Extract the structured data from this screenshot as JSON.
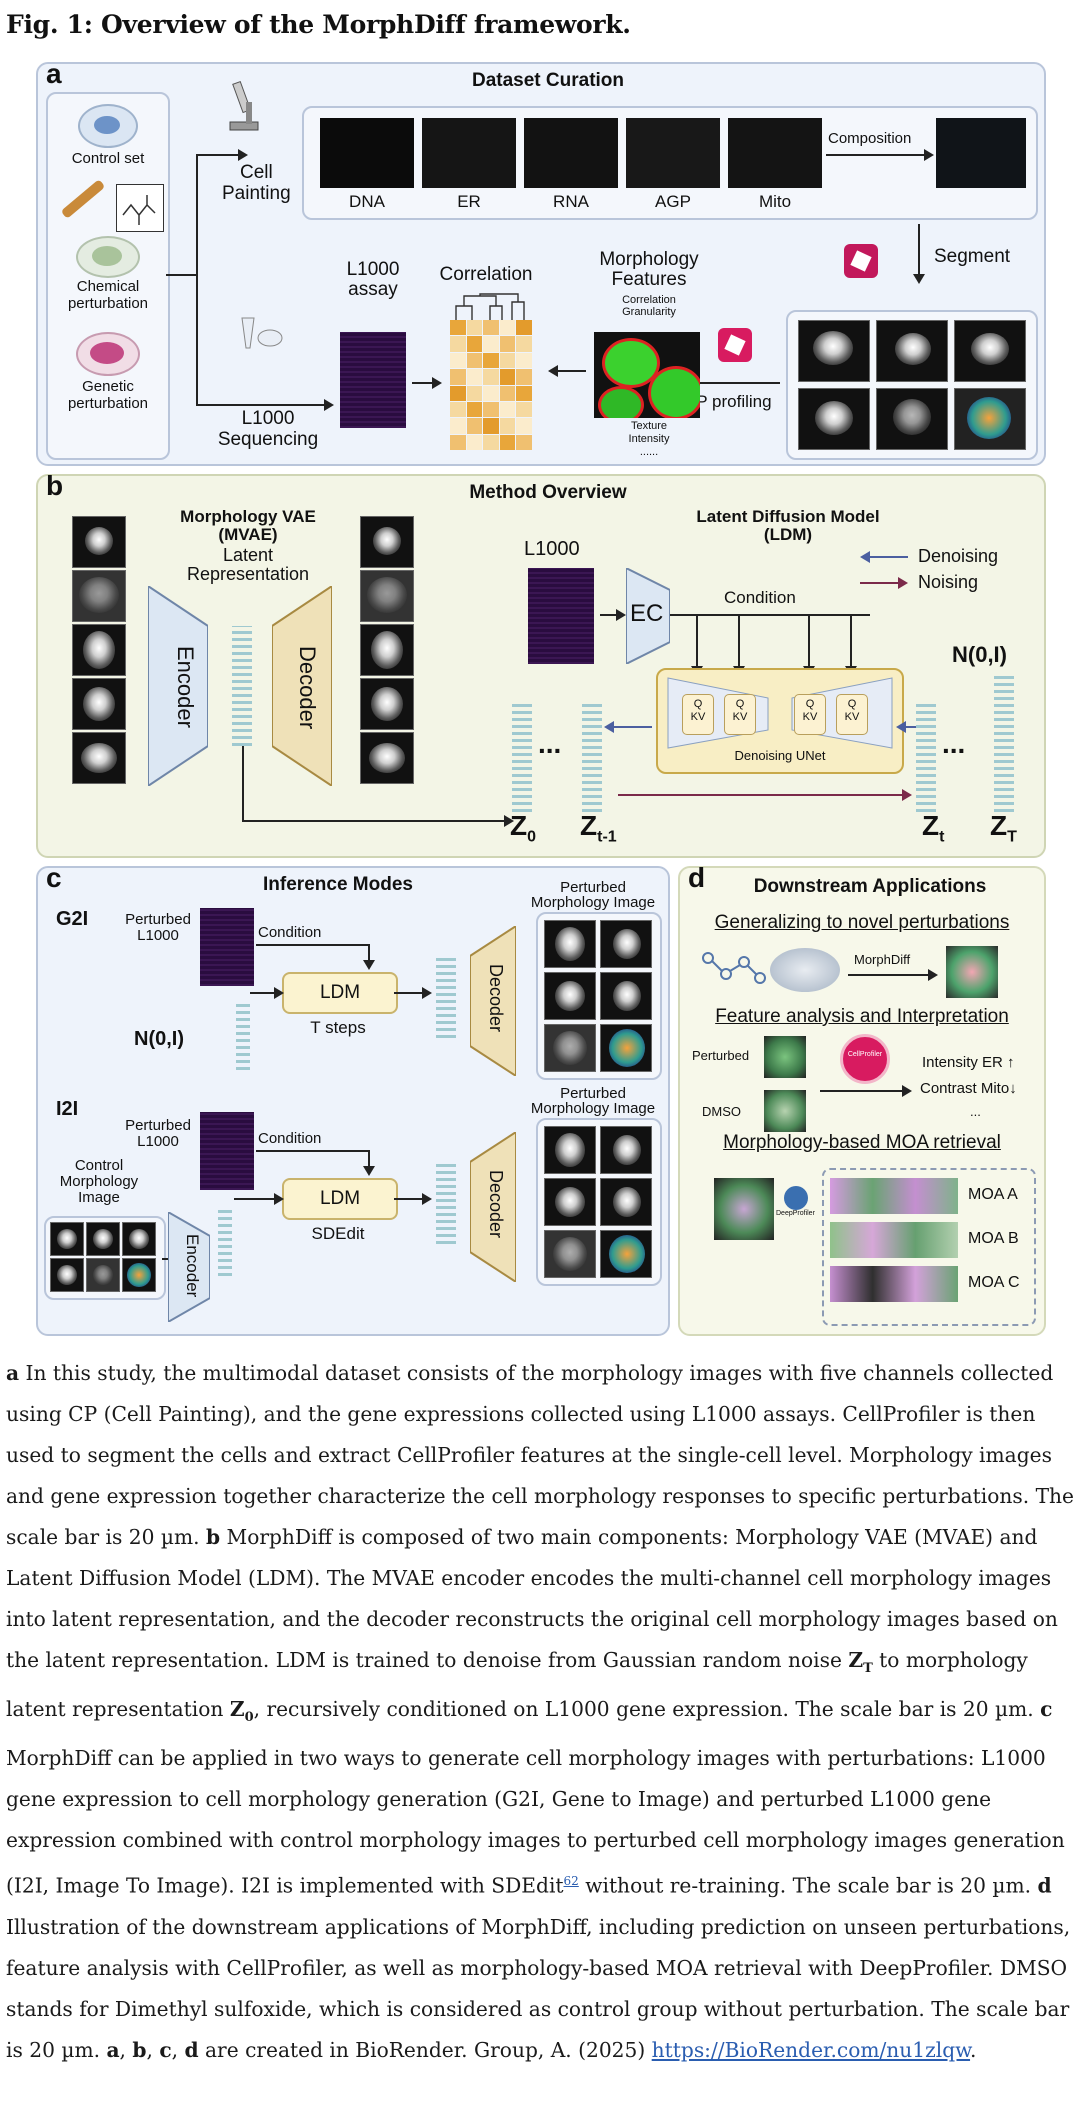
{
  "figure_title": "Fig. 1: Overview of the MorphDiff framework.",
  "panel_a": {
    "label": "a",
    "title": "Dataset Curation",
    "control_set": "Control set",
    "chemical_perturbation": "Chemical\nperturbation",
    "genetic_perturbation": "Genetic\nperturbation",
    "cell_painting": "Cell\nPainting",
    "channels": [
      "DNA",
      "ER",
      "RNA",
      "AGP",
      "Mito"
    ],
    "composition": "Composition",
    "segment": "Segment",
    "l1000_assay": "L1000\nassay",
    "l1000_sequencing": "L1000\nSequencing",
    "correlation": "Correlation",
    "morphology_features": "Morphology\nFeatures",
    "feature_list_top": "Correlation\nGranularity",
    "feature_list_bottom": "Texture\nIntensity\n......",
    "cp_profiling": "CP profiling"
  },
  "panel_b": {
    "label": "b",
    "title": "Method Overview",
    "mvae_title": "Morphology VAE\n(MVAE)",
    "latent_representation": "Latent\nRepresentation",
    "encoder": "Encoder",
    "decoder": "Decoder",
    "ldm_title": "Latent Diffusion Model\n(LDM)",
    "l1000": "L1000",
    "ec": "EC",
    "condition": "Condition",
    "denoising": "Denoising",
    "noising": "Noising",
    "noise": "N(0,I)",
    "qkv": "Q\nKV",
    "unet": "Denoising UNet",
    "ellipsis": "...",
    "z0": "Z",
    "z0_sub": "0",
    "zt1": "Z",
    "zt1_sub": "t-1",
    "zt": "Z",
    "zt_sub": "t",
    "zT": "Z",
    "zT_sub": "T"
  },
  "panel_c": {
    "label": "c",
    "title": "Inference Modes",
    "g2i": "G2I",
    "i2i": "I2I",
    "perturbed_l1000": "Perturbed\nL1000",
    "condition": "Condition",
    "ldm": "LDM",
    "t_steps": "T steps",
    "sdedit": "SDEdit",
    "noise": "N(0,I)",
    "decoder": "Decoder",
    "encoder": "Encoder",
    "perturbed_image": "Perturbed\nMorphology Image",
    "control_image": "Control\nMorphology\nImage"
  },
  "panel_d": {
    "label": "d",
    "title": "Downstream Applications",
    "section1": "Generalizing to novel perturbations",
    "morphdiff": "MorphDiff",
    "section2": "Feature analysis and Interpretation",
    "perturbed": "Perturbed",
    "dmso": "DMSO",
    "cellprofiler": "CellProfiler",
    "intensity": "Intensity ER ↑",
    "contrast": "Contrast Mito↓",
    "more": "...",
    "section3": "Morphology-based MOA retrieval",
    "moa": [
      "MOA A",
      "MOA B",
      "MOA C"
    ],
    "deepprofiler": "DeepProfiler"
  },
  "caption": {
    "a_label": "a",
    "a_text": " In this study, the multimodal dataset consists of the morphology images with five channels collected using CP (Cell Painting), and the gene expressions collected using L1000 assays. CellProfiler is then used to segment the cells and extract CellProfiler features at the single-cell level. Morphology images and gene expression together characterize the cell morphology responses to specific perturbations. The scale bar is 20 µm. ",
    "b_label": "b",
    "b_text_1": " MorphDiff is composed of two main components: Morphology VAE (MVAE) and Latent Diffusion Model (LDM). The MVAE encoder encodes the multi-channel cell morphology images into latent representation, and the decoder reconstructs the original cell morphology images based on the latent representation. LDM is trained to denoise from Gaussian random noise ",
    "zT_main": "Z",
    "zT_sub": "T",
    "b_text_2": " to morphology latent representation ",
    "z0_main": "Z",
    "z0_sub": "0",
    "b_text_3": ", recursively conditioned on L1000 gene expression. The scale bar is 20 µm. ",
    "c_label": "c",
    "c_text_1": " MorphDiff can be applied in two ways to generate cell morphology images with perturbations: L1000 gene expression to cell morphology generation (G2I, Gene to Image) and perturbed L1000 gene expression combined with control morphology images to perturbed cell morphology images generation (I2I, Image To Image). I2I is implemented with SDEdit",
    "ref": "62",
    "c_text_2": " without re-training. The scale bar is 20 µm. ",
    "d_label": "d",
    "d_text": " Illustration of the downstream applications of MorphDiff, including prediction on unseen perturbations, feature analysis with CellProfiler, as well as morphology-based MOA retrieval with DeepProfiler. DMSO stands for Dimethyl sulfoxide, which is considered as control group without perturbation. The scale bar is 20 µm. ",
    "credit_a": "a",
    "credit_b": "b",
    "credit_c": "c",
    "credit_d": "d",
    "comma": ", ",
    "credit_text": " are created in BioRender. Group, A. (2025) ",
    "link": "https://BioRender.com/nu1zlqw",
    "end": "."
  }
}
